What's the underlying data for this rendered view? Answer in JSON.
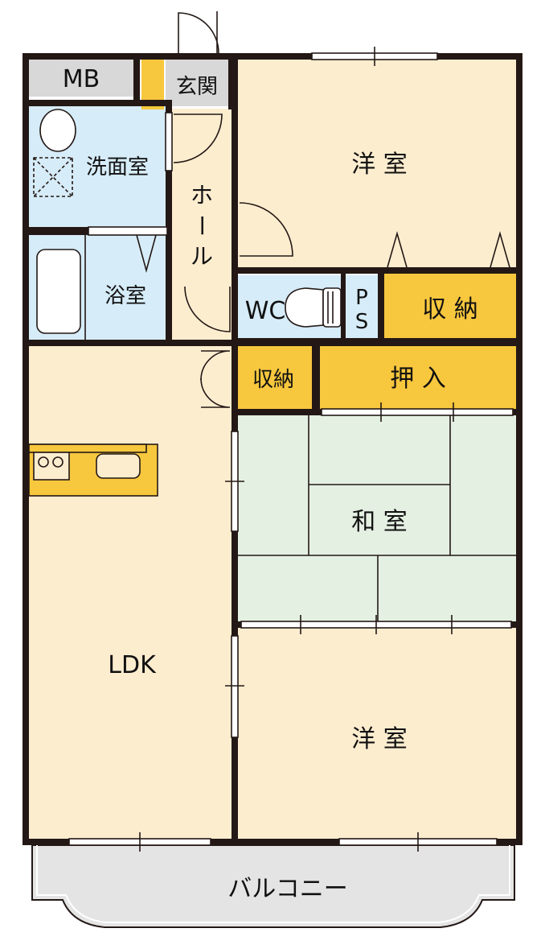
{
  "rooms": {
    "mb": "MB",
    "genkan": "玄関",
    "senmen": "洗面室",
    "hall": "ホール",
    "yoshitsu_top": "洋 室",
    "yoku": "浴室",
    "wc": "WC",
    "ps": "PS",
    "shuno_top": "収 納",
    "shuno_mid": "収納",
    "oshiire": "押 入",
    "washitsu": "和 室",
    "ldk": "LDK",
    "yoshitsu_bottom": "洋 室",
    "balcony": "バルコニー"
  },
  "colors": {
    "wall": "#231815",
    "room": "#fdedcf",
    "wet": "#d6ecf8",
    "storage": "#f7c73e",
    "tatami": "#e4f0e2",
    "mb_box": "#d8d8d8",
    "balcony": "#e4e4e4",
    "entry": "#f7c73e"
  }
}
